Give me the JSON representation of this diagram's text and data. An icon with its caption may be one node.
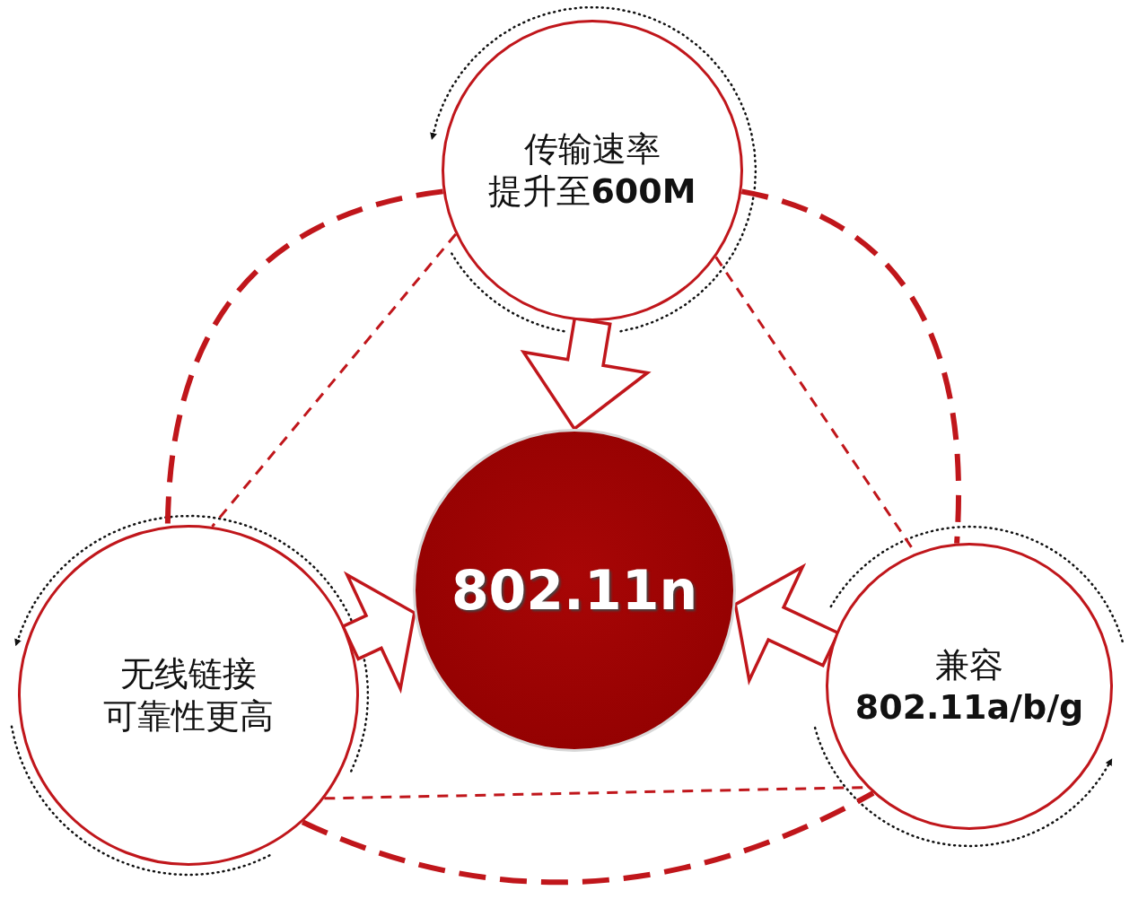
{
  "diagram": {
    "nodes": [
      {
        "text": [
          "传输速率",
          "提升至**600M**"
        ]
      },
      {
        "text": [
          "无线链接",
          "可靠性更高"
        ]
      },
      {
        "text": [
          "802.11n"
        ]
      },
      {
        "text": [
          "兼容",
          "802.11a/b/g"
        ]
      }
    ],
    "edges": [
      {
        "from": 0,
        "to": 2,
        "arrow": "to"
      },
      {
        "from": 1,
        "to": 2,
        "arrow": "to"
      },
      {
        "from": 3,
        "to": 2,
        "arrow": "to"
      },
      {
        "from": 0,
        "to": 1,
        "arrow": "none",
        "style": "dashed"
      },
      {
        "from": 0,
        "to": 3,
        "arrow": "none",
        "style": "dashed"
      },
      {
        "from": 1,
        "to": 3,
        "arrow": "none",
        "style": "dashed"
      },
      {
        "from": 0,
        "to": 1,
        "arrow": "none",
        "style": "dashed"
      },
      {
        "from": 0,
        "to": 3,
        "arrow": "none",
        "style": "dashed"
      },
      {
        "from": 1,
        "to": 3,
        "arrow": "none",
        "style": "dashed"
      }
    ]
  }
}
